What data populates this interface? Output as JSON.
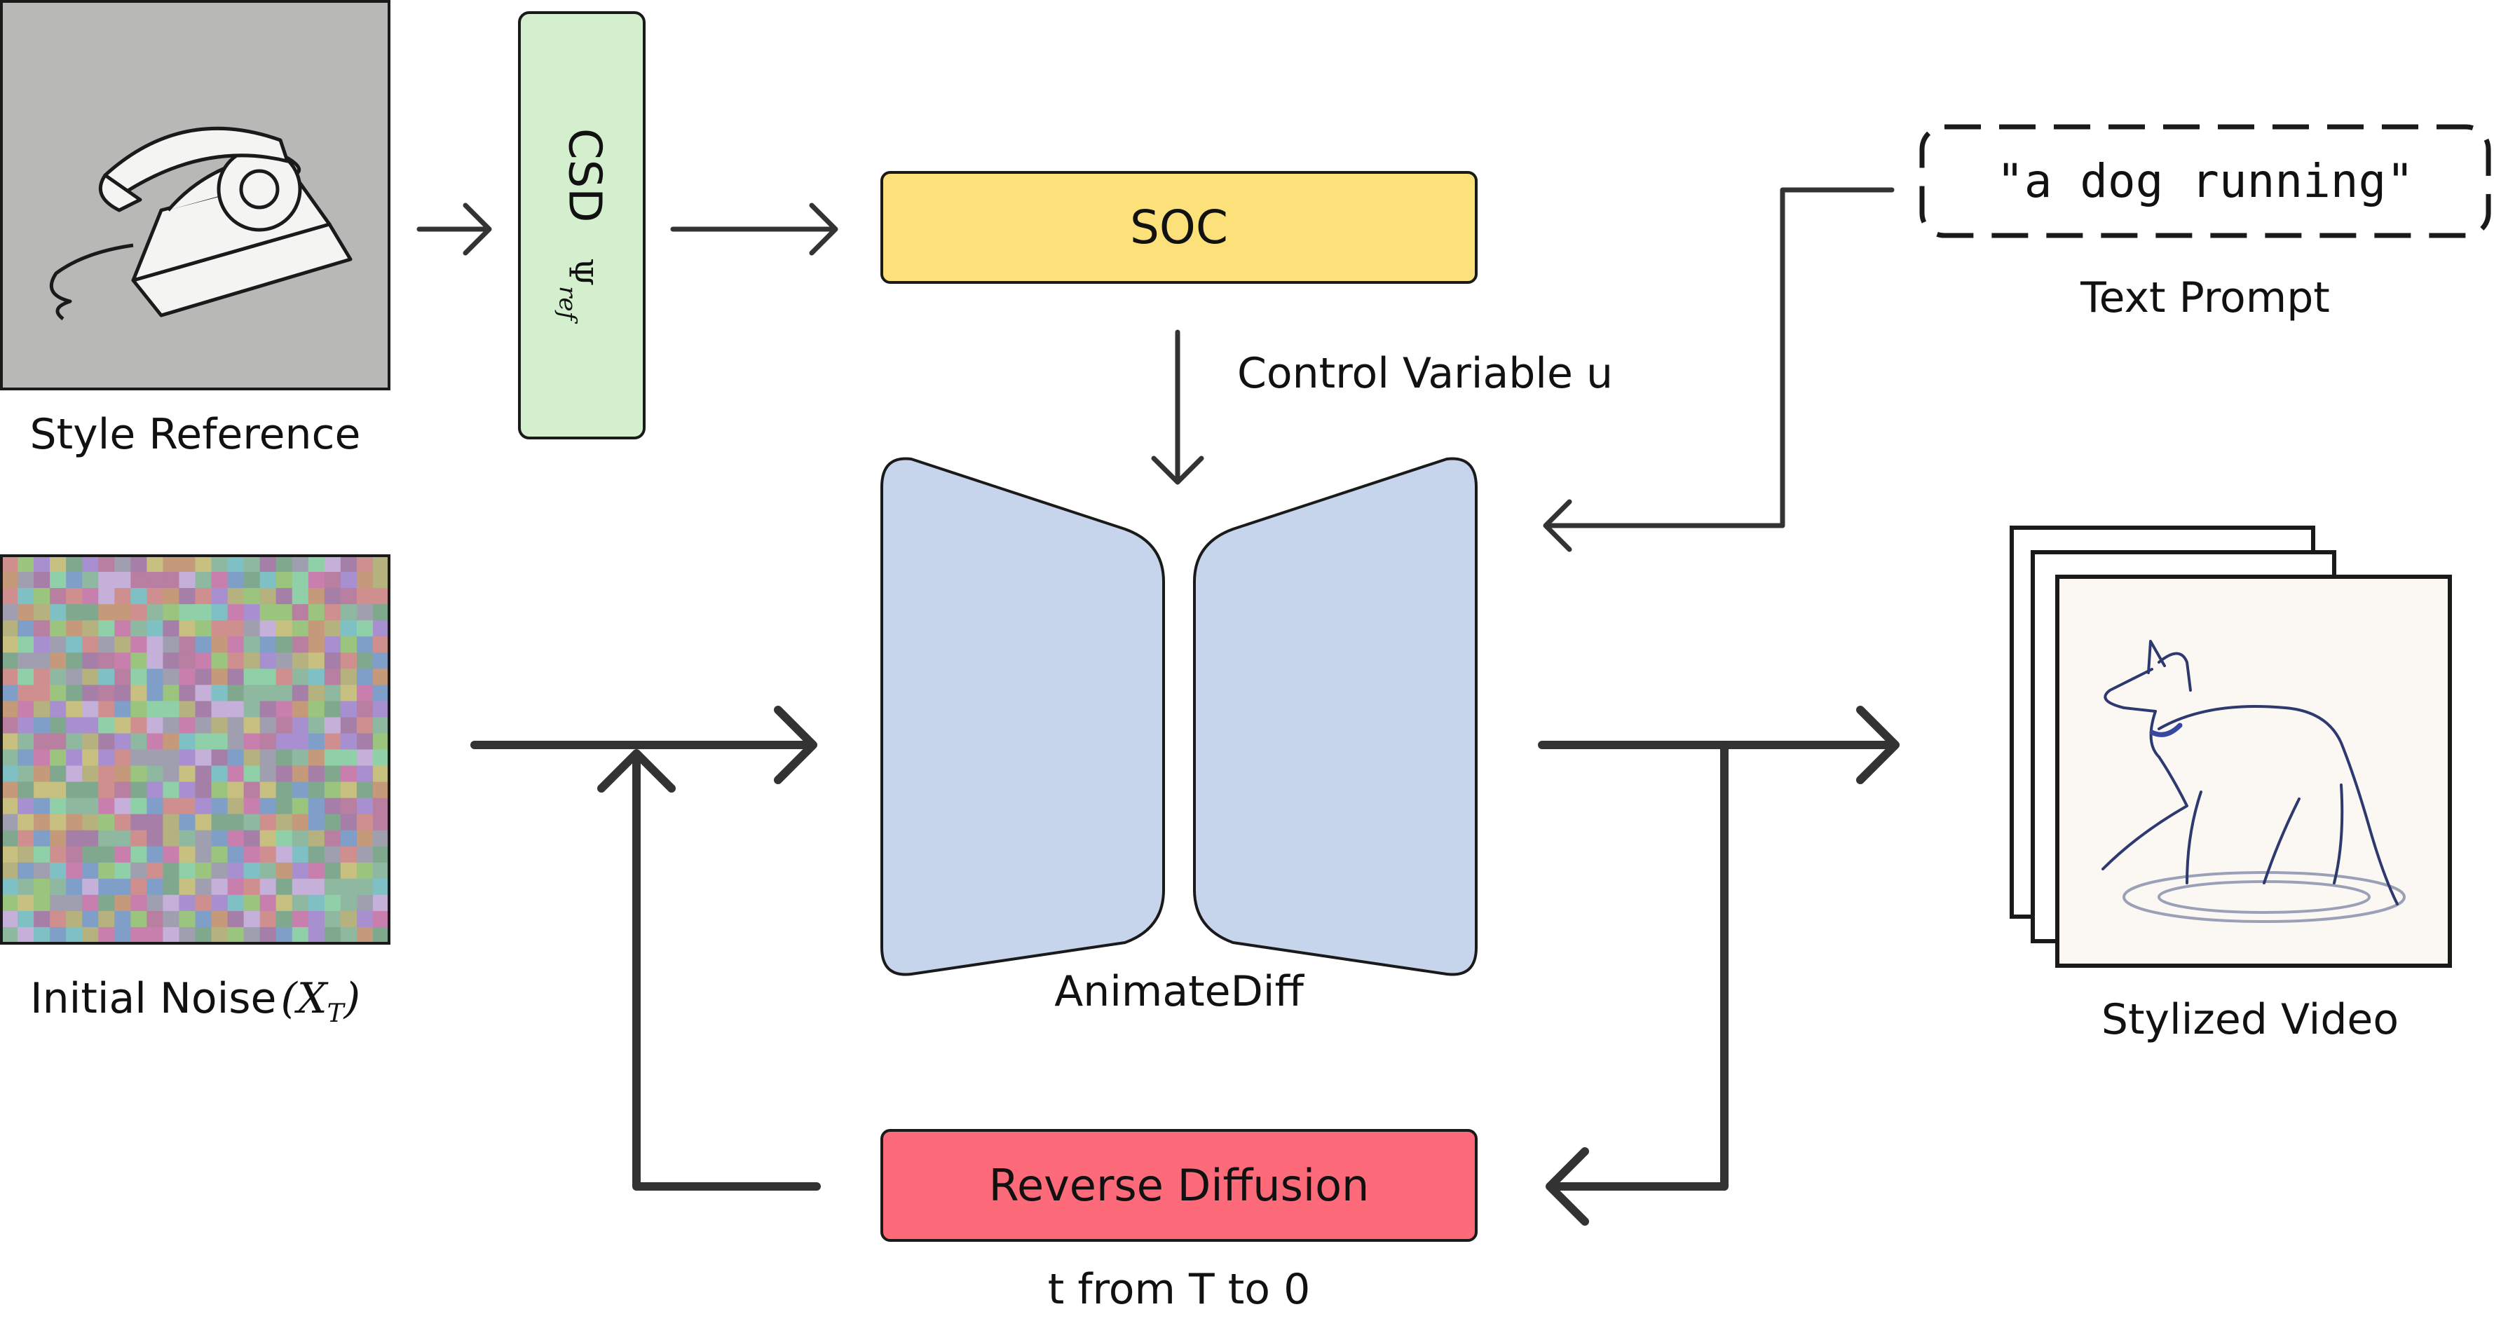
{
  "style_reference": {
    "label": "Style Reference"
  },
  "csd": {
    "label": "CSD",
    "symbol": "Ψ",
    "subscript": "ref",
    "color": "#d3efcd"
  },
  "soc": {
    "label": "SOC",
    "color": "#fce17a"
  },
  "control_variable": {
    "label": "Control Variable u"
  },
  "text_prompt": {
    "value": "\"a dog running\"",
    "label": "Text Prompt"
  },
  "initial_noise": {
    "label": "Initial Noise",
    "math_symbol": "X",
    "math_sub": "T"
  },
  "animatediff": {
    "label": "AnimateDiff",
    "color": "#c6d4ec"
  },
  "reverse_diffusion": {
    "label": "Reverse Diffusion",
    "sublabel": "t from T to 0",
    "color": "#fd6a7a"
  },
  "stylized_video": {
    "label": "Stylized Video"
  },
  "colors": {
    "arrow": "#333333",
    "border": "#1a1a1a"
  }
}
